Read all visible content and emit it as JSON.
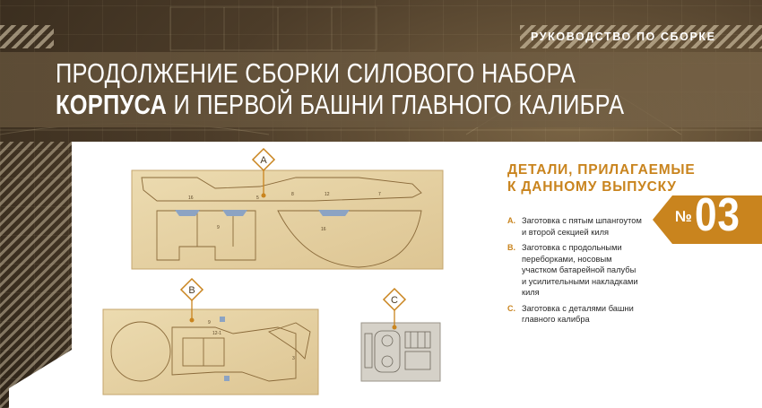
{
  "header": {
    "section_label": "РУКОВОДСТВО ПО СБОРКЕ",
    "title_line1": "ПРОДОЛЖЕНИЕ СБОРКИ СИЛОВОГО НАБОРА",
    "title_line2_bold": "КОРПУСА",
    "title_line2_rest": " И ПЕРВОЙ БАШНИ ГЛАВНОГО КАЛИБРА"
  },
  "pieces": {
    "title_line1": "ДЕТАЛИ, ПРИЛАГАЕМЫЕ",
    "title_line2": "К ДАННОМУ ВЫПУСКУ",
    "items": [
      {
        "letter": "A.",
        "text": "Заготовка с пятым шпангоутом и второй секцией киля"
      },
      {
        "letter": "B.",
        "text": "Заготовка с продольными переборками, носовым участком батарейной палубы и усилительными накладками киля"
      },
      {
        "letter": "C.",
        "text": "Заготовка с деталями башни главного калибра"
      }
    ]
  },
  "issue": {
    "prefix": "№",
    "number": "03"
  },
  "sheets": {
    "a": {
      "marker": "A",
      "part_labels": [
        "16",
        "5",
        "8",
        "12",
        "7",
        "9",
        "16"
      ]
    },
    "b": {
      "marker": "B",
      "part_labels": [
        "9",
        "12-1",
        "3"
      ]
    },
    "c": {
      "marker": "C"
    }
  },
  "colors": {
    "accent": "#c9841e",
    "wood": "#e7d4a4",
    "wood_edge": "#c4a56d"
  }
}
